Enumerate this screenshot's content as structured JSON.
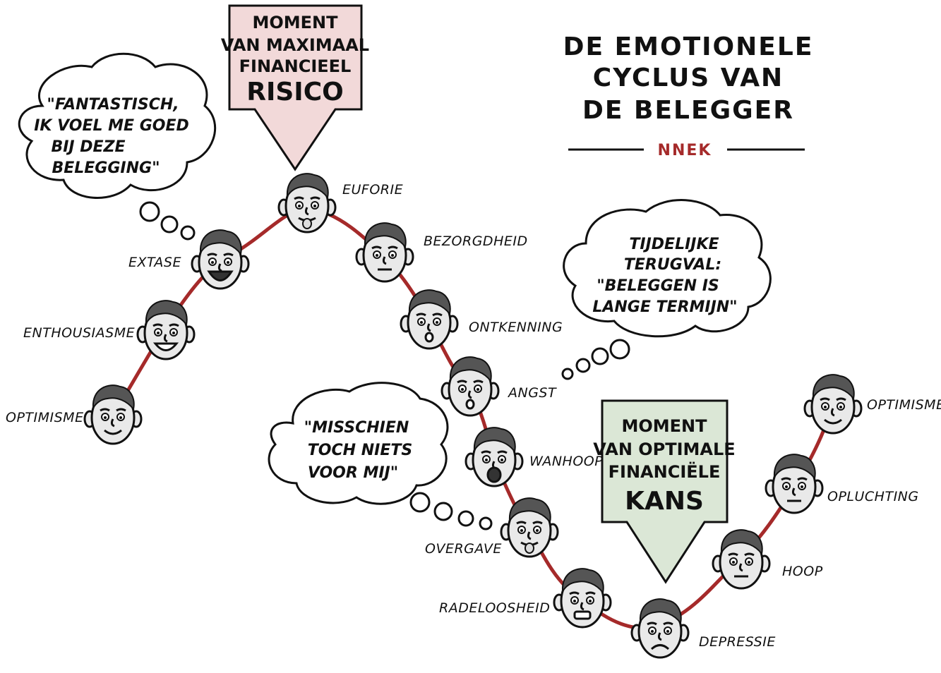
{
  "title": {
    "line1": "DE EMOTIONELE",
    "line2": "CYCLUS VAN",
    "line3": "DE BELEGGER",
    "brand": "NNEK"
  },
  "risk_arrow": {
    "line1": "MOMENT",
    "line2": "VAN MAXIMAAL",
    "line3": "FINANCIEEL",
    "line4": "RISICO",
    "color": "#f2d9d9"
  },
  "chance_arrow": {
    "line1": "MOMENT",
    "line2": "VAN OPTIMALE",
    "line3": "FINANCIËLE",
    "line4": "KANS",
    "color": "#dbe7d6"
  },
  "curve_color": "#a52a2a",
  "emotions": {
    "e1": "OPTIMISME",
    "e2": "ENTHOUSIASME",
    "e3": "EXTASE",
    "e4": "EUFORIE",
    "e5": "BEZORGDHEID",
    "e6": "ONTKENNING",
    "e7": "ANGST",
    "e8": "WANHOOP",
    "e9": "OVERGAVE",
    "e10": "RADELOOSHEID",
    "e11": "DEPRESSIE",
    "e12": "HOOP",
    "e13": "OPLUCHTING",
    "e14": "OPTIMISME"
  },
  "bubbles": {
    "b1": [
      "\"FANTASTISCH,",
      "IK VOEL ME GOED",
      "BIJ DEZE",
      "BELEGGING\""
    ],
    "b2": [
      "TIJDELIJKE",
      "TERUGVAL:",
      "\"BELEGGEN IS",
      "LANGE TERMIJN\""
    ],
    "b3": [
      "\"MISSCHIEN",
      "TOCH NIETS",
      "VOOR MIJ\""
    ]
  }
}
